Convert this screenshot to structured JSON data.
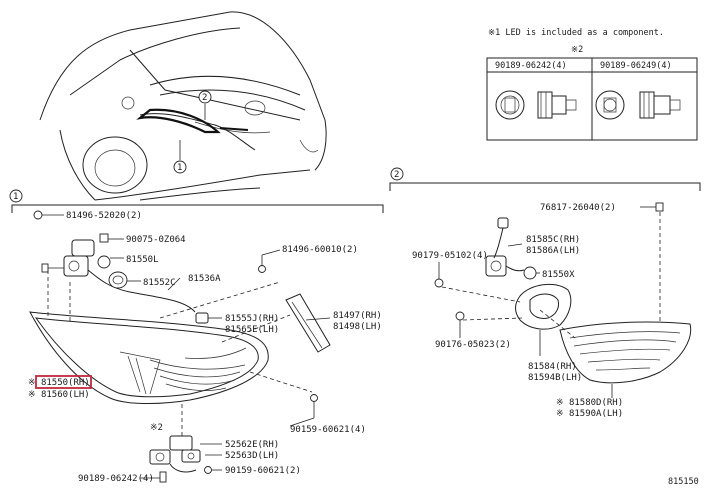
{
  "note_top": "※1 LED is included as a component.",
  "bulb_table": {
    "header": "※2",
    "columns": [
      "90189-06242(4)",
      "90189-06249(4)"
    ]
  },
  "sections": {
    "one": {
      "marker": "1"
    },
    "two": {
      "marker": "2"
    }
  },
  "callouts": {
    "c1": "1",
    "c2": "2"
  },
  "parts_left": {
    "p81496_52020": "81496-52020(2)",
    "p90075_0Z064": "90075-0Z064",
    "p81550L": "81550L",
    "p81552C": "81552C",
    "p81536A": "81536A",
    "p81496_60010": "81496-60010(2)",
    "p81555J": "81555J(RH)",
    "p81565E": "81565E(LH)",
    "p81497": "81497(RH)",
    "p81498": "81498(LH)",
    "p81550": "※ 81550(RH)",
    "p81560": "※ 81560(LH)",
    "p90159_60621_4": "90159-60621(4)",
    "p_note2": "※2",
    "p52562E": "52562E(RH)",
    "p52563D": "52563D(LH)",
    "p90189_06242_4": "90189-06242(4)",
    "p90159_60621_2": "90159-60621(2)"
  },
  "parts_right": {
    "p76817": "76817-26040(2)",
    "p81585C": "81585C(RH)",
    "p81586A": "81586A(LH)",
    "p90179": "90179-05102(4)",
    "p81550X": "81550X",
    "p90176": "90176-05023(2)",
    "p81584": "81584(RH)",
    "p81594B": "81594B(LH)",
    "p81580D": "※ 81580D(RH)",
    "p81590A": "※ 81590A(LH)"
  },
  "footer_code": "815150"
}
